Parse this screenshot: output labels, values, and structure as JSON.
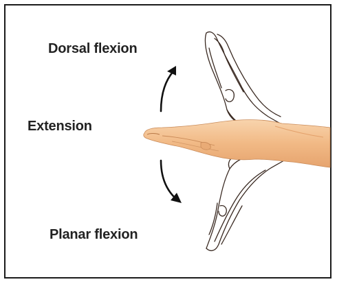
{
  "labels": {
    "dorsal_flexion": "Dorsal flexion",
    "extension": "Extension",
    "planar_flexion": "Planar flexion"
  },
  "colors": {
    "skin": "#f3c08f",
    "skin_shadow": "#e3a06a",
    "outline": "#3a2a22",
    "arrow": "#111111",
    "frame": "#1a1a1a"
  }
}
